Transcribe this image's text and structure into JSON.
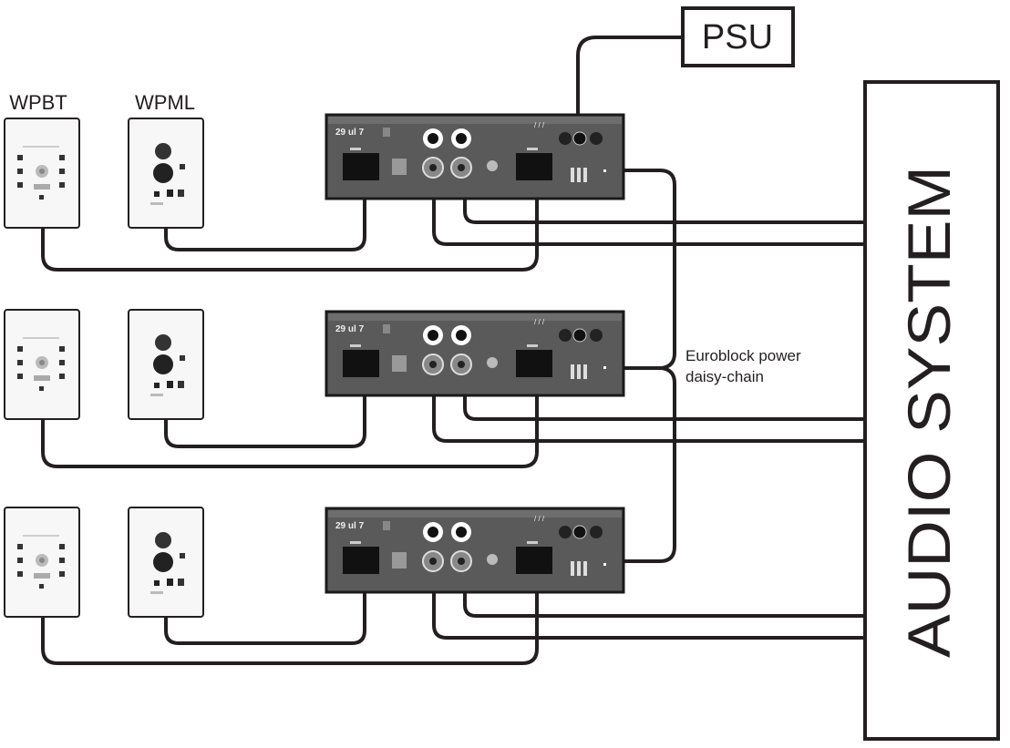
{
  "diagram": {
    "title": "Wall plate to audio system wiring with Euroblock power daisy-chain",
    "psu": {
      "label": "PSU"
    },
    "audio_system": {
      "label": "AUDIO SYSTEM"
    },
    "annotation": {
      "line1": "Euroblock power",
      "line2": "daisy-chain"
    },
    "plate_headers": {
      "wpbt": "WPBT",
      "wpml": "WPML"
    },
    "rows": [
      {
        "id": "row-1",
        "plates": [
          "WPBT",
          "WPML"
        ],
        "powered_by": "PSU"
      },
      {
        "id": "row-2",
        "plates": [
          "WPBT",
          "WPML"
        ],
        "powered_by": "daisy-chain"
      },
      {
        "id": "row-3",
        "plates": [
          "WPBT",
          "WPML"
        ],
        "powered_by": "daisy-chain"
      }
    ],
    "connections": [
      "WPML → device RJ45 (left)",
      "WPBT → device RJ45 (right)",
      "Device audio outputs → AUDIO SYSTEM (2 lines)",
      "PSU → device 1 power",
      "Device 1 → device 2 → device 3 Euroblock power"
    ],
    "colors": {
      "ink": "#231f20",
      "device": "#5a5a5a",
      "plate": "#f7f7f7",
      "background": "#ffffff"
    }
  }
}
